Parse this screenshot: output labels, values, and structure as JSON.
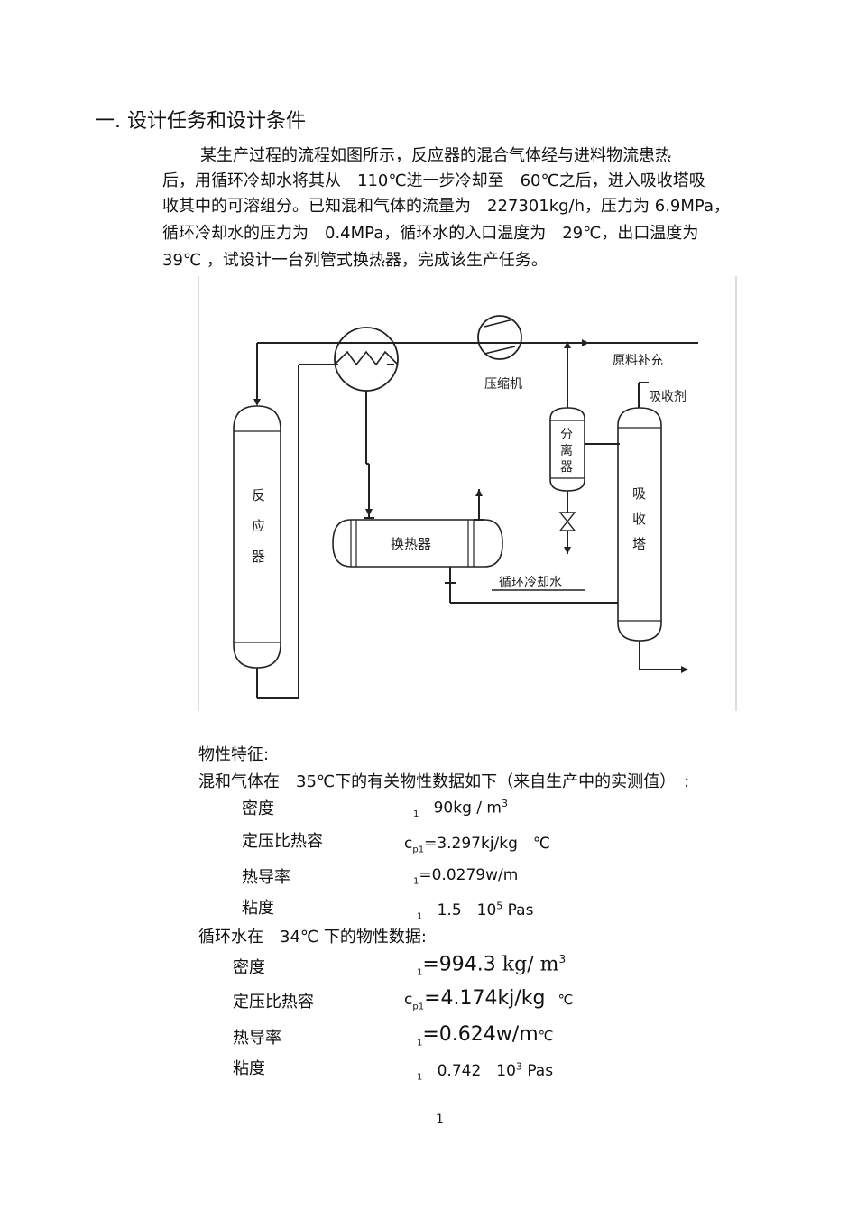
{
  "heading": "一. 设计任务和设计条件",
  "intro_lines": [
    "某生产过程的流程如图所示，反应器的混合气体经与进料物流患热",
    "后，用循环冷却水将其从　110℃进一步冷却至　60℃之后，进入吸收塔吸",
    "收其中的可溶组分。已知混和气体的流量为　227301kg/h，压力为 6.9MPa，",
    "循环冷却水的压力为　0.4MPa，循环水的入口温度为　29℃，出口温度为",
    "39℃ ，试设计一台列管式换热器，完成该生产任务。"
  ],
  "diagram": {
    "reactor": [
      "反",
      "应",
      "器"
    ],
    "separator": [
      "分",
      "离",
      "器"
    ],
    "absorber": [
      "吸",
      "收",
      "塔"
    ],
    "compressor": "压缩机",
    "feed": "原料补充",
    "absorbent": "吸收剂",
    "exchanger": "换热器",
    "cooling_water": "循环冷却水"
  },
  "properties": {
    "title": "物性特征:",
    "gas_header": "混和气体在　35℃下的有关物性数据如下（来自生产中的实测值）　:",
    "gas": [
      {
        "name": "密度",
        "sub": "1",
        "value": "90kg / m",
        "sup": "3"
      },
      {
        "name": "定压比热容",
        "prefix": "c",
        "sub": "p1",
        "value": "=3.297kj/kg　℃"
      },
      {
        "name": "热导率",
        "sub": "1",
        "value": "=0.0279w/m"
      },
      {
        "name": "粘度",
        "sub": "1",
        "value": "1.5　10",
        "sup": "5",
        "unit": "Pas"
      }
    ],
    "water_header": "循环水在　34℃ 下的物性数据:",
    "water": [
      {
        "name": "密度",
        "sub": "1",
        "value": "=994.3",
        "unit": "kg/ m",
        "sup": "3"
      },
      {
        "name": "定压比热容",
        "prefix": "c",
        "sub": "p1",
        "value": "=4.174kj/kg",
        "unit": "℃"
      },
      {
        "name": "热导率",
        "sub": "1",
        "value": "=0.624w/m",
        "unit": "℃"
      },
      {
        "name": "粘度",
        "sub": "1",
        "value": "0.742　10",
        "sup": "3",
        "unit": "Pas"
      }
    ]
  },
  "page_number": "1"
}
